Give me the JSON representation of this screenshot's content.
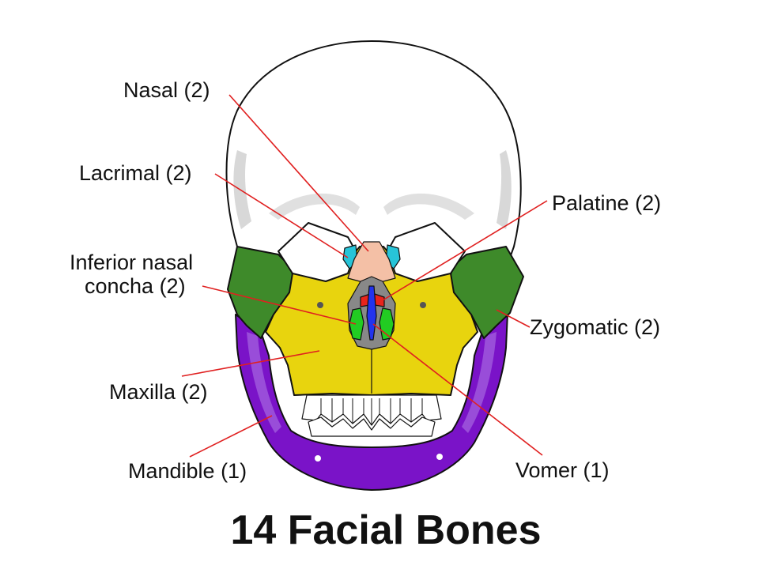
{
  "title": "14 Facial Bones",
  "labels": {
    "nasal": "Nasal (2)",
    "lacrimal": "Lacrimal (2)",
    "palatine": "Palatine (2)",
    "inferior_nasal_concha_line1": "Inferior nasal",
    "inferior_nasal_concha_line2": "concha (2)",
    "zygomatic": "Zygomatic (2)",
    "maxilla": "Maxilla (2)",
    "mandible": "Mandible (1)",
    "vomer": "Vomer (1)"
  },
  "colors": {
    "nasal": "#f4c0a6",
    "lacrimal": "#27c4d8",
    "palatine": "#e8241c",
    "inferior_nasal_concha": "#22cc22",
    "vomer": "#2233ee",
    "zygomatic": "#3e8a2a",
    "maxilla": "#e8d40e",
    "mandible": "#7a13c8",
    "leader_line": "#e02020"
  }
}
